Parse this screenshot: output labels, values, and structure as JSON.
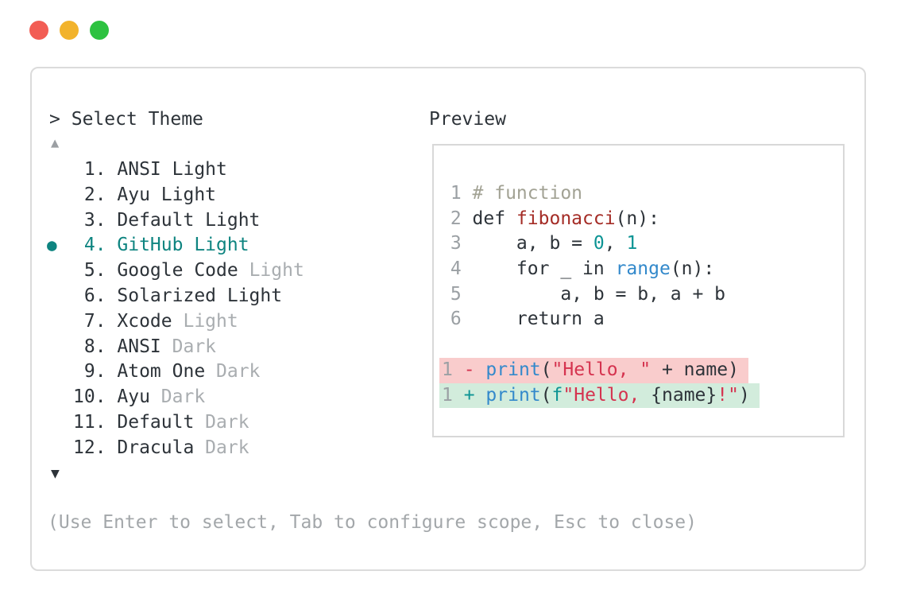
{
  "window_controls": {
    "buttons": [
      "close",
      "minimize",
      "maximize"
    ]
  },
  "theme_picker": {
    "prompt_char": ">",
    "title": "Select Theme",
    "scroll_up_indicator": "▲",
    "scroll_down_indicator": "▼",
    "selected_bullet": "●",
    "items": [
      {
        "number": "1",
        "name": "ANSI Light",
        "muted": "",
        "selected": false
      },
      {
        "number": "2",
        "name": "Ayu Light",
        "muted": "",
        "selected": false
      },
      {
        "number": "3",
        "name": "Default Light",
        "muted": "",
        "selected": false
      },
      {
        "number": "4",
        "name": "GitHub Light",
        "muted": "",
        "selected": true
      },
      {
        "number": "5",
        "name": "Google Code",
        "muted": "Light",
        "selected": false
      },
      {
        "number": "6",
        "name": "Solarized Light",
        "muted": "",
        "selected": false
      },
      {
        "number": "7",
        "name": "Xcode",
        "muted": "Light",
        "selected": false
      },
      {
        "number": "8",
        "name": "ANSI",
        "muted": "Dark",
        "selected": false
      },
      {
        "number": "9",
        "name": "Atom One",
        "muted": "Dark",
        "selected": false
      },
      {
        "number": "10",
        "name": "Ayu",
        "muted": "Dark",
        "selected": false
      },
      {
        "number": "11",
        "name": "Default",
        "muted": "Dark",
        "selected": false
      },
      {
        "number": "12",
        "name": "Dracula",
        "muted": "Dark",
        "selected": false
      }
    ],
    "help_text": "(Use Enter to select, Tab to configure scope, Esc to close)"
  },
  "preview": {
    "title": "Preview",
    "code_lines": [
      {
        "no": "1",
        "diff": "",
        "tokens": [
          {
            "c": "comment",
            "t": "# function"
          }
        ]
      },
      {
        "no": "2",
        "diff": "",
        "tokens": [
          {
            "c": "text",
            "t": "def "
          },
          {
            "c": "func",
            "t": "fibonacci"
          },
          {
            "c": "text",
            "t": "(n):"
          }
        ]
      },
      {
        "no": "3",
        "diff": "",
        "tokens": [
          {
            "c": "text",
            "t": "    a, b = "
          },
          {
            "c": "num",
            "t": "0"
          },
          {
            "c": "text",
            "t": ", "
          },
          {
            "c": "num",
            "t": "1"
          }
        ]
      },
      {
        "no": "4",
        "diff": "",
        "tokens": [
          {
            "c": "text",
            "t": "    for _ in "
          },
          {
            "c": "builtin",
            "t": "range"
          },
          {
            "c": "text",
            "t": "(n):"
          }
        ]
      },
      {
        "no": "5",
        "diff": "",
        "tokens": [
          {
            "c": "text",
            "t": "        a, b = b, a + b"
          }
        ]
      },
      {
        "no": "6",
        "diff": "",
        "tokens": [
          {
            "c": "text",
            "t": "    return a"
          }
        ]
      },
      {
        "no": "",
        "diff": "",
        "tokens": []
      },
      {
        "no": "1",
        "diff": "del",
        "tokens": [
          {
            "c": "del",
            "t": "- "
          },
          {
            "c": "builtin",
            "t": "print"
          },
          {
            "c": "text",
            "t": "("
          },
          {
            "c": "string",
            "t": "\"Hello, \""
          },
          {
            "c": "text",
            "t": " + name)"
          }
        ]
      },
      {
        "no": "1",
        "diff": "ins",
        "tokens": [
          {
            "c": "ins",
            "t": "+ "
          },
          {
            "c": "builtin",
            "t": "print"
          },
          {
            "c": "text",
            "t": "("
          },
          {
            "c": "affix",
            "t": "f"
          },
          {
            "c": "string",
            "t": "\"Hello, "
          },
          {
            "c": "text",
            "t": "{name}"
          },
          {
            "c": "string",
            "t": "!\""
          },
          {
            "c": "text",
            "t": ")"
          }
        ]
      }
    ]
  },
  "colors": {
    "accent_teal": "#0E8480",
    "token_text": "#2D3339",
    "token_comment": "#A2A294",
    "token_function": "#A42C26",
    "token_number": "#0D9494",
    "token_builtin": "#3389CB",
    "token_string": "#D5334F",
    "token_affix": "#0D9494",
    "diff_del_fg": "#D5334F",
    "diff_ins_fg": "#0D9494",
    "diff_del_bg": "#F9CCCC",
    "diff_ins_bg": "#D2ECDC",
    "muted": "#A9ADB0",
    "help": "#A3A7AA",
    "gutter": "#9BA0A4",
    "traffic_red": "#F25D54",
    "traffic_yellow": "#F2B32C",
    "traffic_green": "#2DC240"
  }
}
